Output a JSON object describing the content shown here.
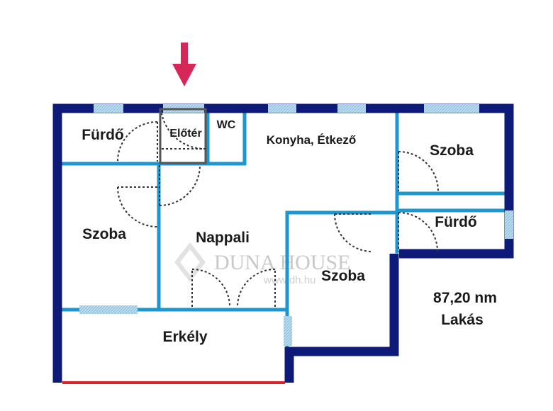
{
  "rooms": {
    "furdo_left": "Fürdő",
    "eloter": "Előtér",
    "wc": "WC",
    "konyha": "Konyha, Étkező",
    "szoba_top_right": "Szoba",
    "furdo_right": "Fürdő",
    "szoba_left": "Szoba",
    "nappali": "Nappali",
    "szoba_center": "Szoba",
    "erkely": "Erkély"
  },
  "info": {
    "area": "87,20 nm",
    "type": "Lakás"
  },
  "watermark": {
    "brand": "DUNA HOUSE",
    "url": "www.dh.hu"
  },
  "colors": {
    "outer_wall": "#0d1a78",
    "inner_wall": "#1e97cf",
    "window": "#a9d3ec",
    "balcony_edge": "#d8232a",
    "entrance_arrow": "#d6275a",
    "door_arc": "#333333"
  }
}
